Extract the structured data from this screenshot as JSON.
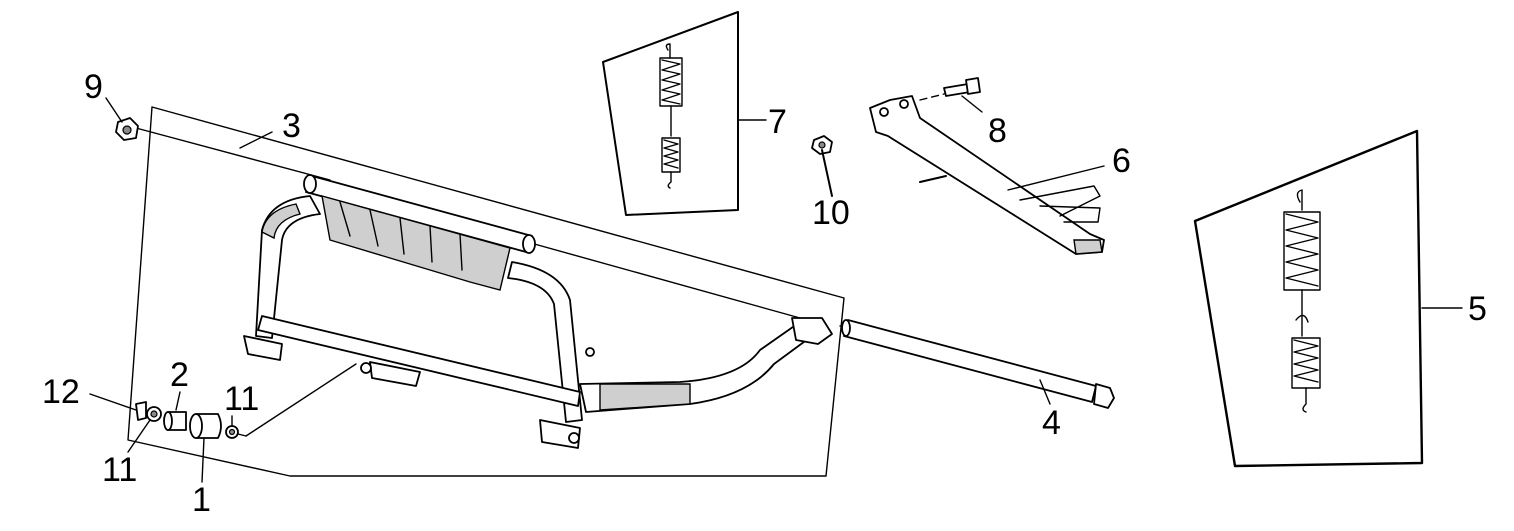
{
  "callouts": {
    "c1": "1",
    "c2": "2",
    "c3": "3",
    "c4": "4",
    "c5": "5",
    "c6": "6",
    "c7": "7",
    "c8": "8",
    "c9": "9",
    "c10": "10",
    "c11a": "11",
    "c11b": "11",
    "c12": "12"
  }
}
